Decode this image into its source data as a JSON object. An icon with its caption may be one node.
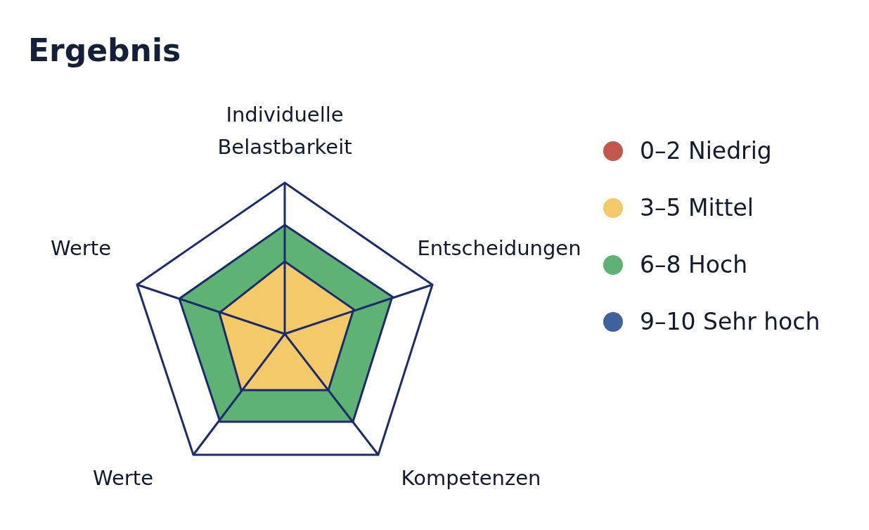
{
  "diagram": {
    "title": "Ergebnis",
    "labels": [
      "Individuelle Belastbarkeit",
      "Werte",
      "Entscheidungen",
      "Werte",
      "Kompetenzen"
    ],
    "legend": [
      {
        "text": "0–2 Niedrig",
        "color": "#c4574c"
      },
      {
        "text": "3–5 Mittel",
        "color": "#f4c967"
      },
      {
        "text": "6–8 Hoch",
        "color": "#5eb374"
      },
      {
        "text": "9–10 Sehr hoch",
        "color": "#3f629e"
      }
    ]
  }
}
